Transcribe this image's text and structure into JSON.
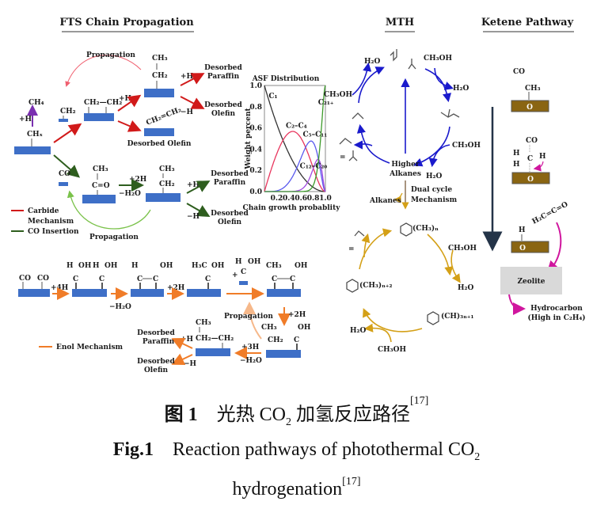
{
  "sections": {
    "fts": {
      "title": "FTS Chain Propagation",
      "carbide": {
        "propagation": "Propagation",
        "ch4": "CH₄",
        "plus_h": "+H",
        "chx": "CHₓ",
        "ch2": "CH₂",
        "ch2_ch2": "CH₂—CH₂",
        "plus_h2": "+H",
        "ch3": "CH₃",
        "ch2b": "CH₂",
        "plus_h3": "+H",
        "minus_h": "−H",
        "paraffin": [
          "Desorbed",
          "Paraffin"
        ],
        "olefin": [
          "Desorbed",
          "Olefin"
        ],
        "ch2eqch2": "CH₂=CH₂",
        "desorbed_olefin": "Desorbed Olefin"
      },
      "co_insertion": {
        "co": "CO",
        "ch3": "CH₃",
        "ceqo": "C=O",
        "plus_2h": "+2H",
        "minus_h2o": "−H₂O",
        "ch3b": "CH₃",
        "ch2": "CH₂",
        "plus_h": "+H",
        "minus_h": "−H",
        "paraffin": [
          "Desorbed",
          "Paraffin"
        ],
        "olefin": [
          "Desorbed",
          "Olefin"
        ],
        "propagation": "Propagation"
      },
      "legend": [
        {
          "label": "Carbide",
          "label2": "Mechanism",
          "color": "#d11a1a"
        },
        {
          "label": "CO Insertion",
          "color": "#2e5e1e"
        }
      ]
    },
    "enol": {
      "co1": "CO",
      "co2": "CO",
      "plus_4h": "+4H",
      "h": "H",
      "oh": "OH",
      "c": "C",
      "minus_h2o": "−H₂O",
      "plus_2h": "+2H",
      "h3c": "H₃C",
      "plus": "+",
      "ch3": "CH₃",
      "ch2": "CH₂",
      "ch2_ch2": "CH₂—CH₂",
      "propagation": "Propagation",
      "plus_2h_b": "+2H",
      "plus_3h": "+3H",
      "minus_h2o_b": "−H₂O",
      "plus_h": "+H",
      "minus_h": "−H",
      "paraffin": [
        "Desorbed",
        "Paraffin"
      ],
      "olefin": [
        "Desorbed",
        "Olefin"
      ],
      "legend": {
        "label": "Enol Mechanism",
        "color": "#f07c28"
      }
    },
    "mth": {
      "title": "MTH",
      "h2o_1": "H₂O",
      "ch3oh_1": "CH₃OH",
      "ch3oh_2": "CH₃OH",
      "h2o_2": "H₂O",
      "ch3oh_3": "CH₃OH",
      "h2o_3": "H₂O",
      "higher_alkanes": [
        "Higher",
        "Alkanes"
      ],
      "alkanes": "Alkanes",
      "dual_cycle": [
        "Dual cycle",
        "Mechanism"
      ],
      "arom_1": "(CH₃)ₙ",
      "arom_2": "(CH)₃ₙ₊₁",
      "arom_3": "(CH₃)ₙ₊₂",
      "ch3oh_4": "CH₃OH",
      "h2o_4": "H₂O",
      "ch3oh_5": "CH₃OH",
      "h2o_5": "H₂O",
      "eq": "=",
      "colors": {
        "olefin_cycle": "#1a1acc",
        "aromatic_cycle": "#d4a017"
      }
    },
    "ketene": {
      "title": "Ketene Pathway",
      "co": "CO",
      "ch3": "CH₃",
      "o": "O",
      "co2": "CO",
      "h": "H",
      "c": "C",
      "ketene": "H₂C=C=O",
      "zeolite": "Zeolite",
      "hydrocarbon": [
        "Hydrocarbon",
        "(High in C₂H₄)"
      ],
      "colors": {
        "site": "#8a6512",
        "arrow": "#d0169e",
        "zeolite": "#d9d9d9"
      }
    }
  },
  "chart_data": {
    "type": "line",
    "title": "ASF Distribution",
    "xlabel": "Chain growth probablity",
    "ylabel": "Weight percent",
    "xlim": [
      0,
      1.0
    ],
    "ylim": [
      0,
      1.0
    ],
    "xticks": [
      "0.2",
      "0.4",
      "0.6",
      "0.8",
      "1.0"
    ],
    "yticks": [
      "0.0",
      "0.2",
      "0.4",
      "0.6",
      "0.8",
      "1.0"
    ],
    "series": [
      {
        "name": "C1",
        "label": "C₁",
        "color": "#333333",
        "formula": "(1-a)^2"
      },
      {
        "name": "C2-C4",
        "label": "C₂–C₄",
        "color": "#e8365e",
        "peak": [
          0.46,
          0.56
        ]
      },
      {
        "name": "C5-C11",
        "label": "C₅–C₁₁",
        "color": "#5a5aee",
        "peak": [
          0.76,
          0.47
        ]
      },
      {
        "name": "C12-C20",
        "label": "C₁₂–C₂₀",
        "color": "#a04ae0",
        "peak": [
          0.88,
          0.3
        ]
      },
      {
        "name": "C21+",
        "label": "C₂₁₊",
        "color": "#3c9a2a"
      }
    ]
  },
  "caption": {
    "cn_label": "图 1",
    "cn_text": "光热 CO",
    "cn_sub": "2",
    "cn_text2": " 加氢反应路径",
    "cn_ref": "[17]",
    "en_label": "Fig.1",
    "en_text": "Reaction pathways of photothermal CO",
    "en_sub": "2",
    "en_text2": "hydrogenation",
    "en_ref": "[17]"
  }
}
